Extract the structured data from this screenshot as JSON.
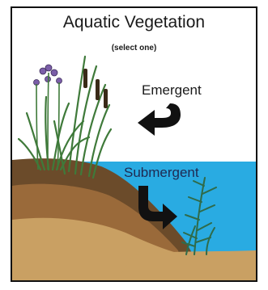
{
  "title": "Aquatic Vegetation",
  "subtitle": "(select one)",
  "options": [
    {
      "label": "Emergent"
    },
    {
      "label": "Submergent"
    }
  ],
  "colors": {
    "water": "#29abe2",
    "sky": "#ffffff",
    "soil_dark": "#6b4b2a",
    "soil_mid": "#9a6a3a",
    "soil_light": "#c9a063",
    "plant_green": "#3f7a3a",
    "submerged_green": "#2f6b4a",
    "flower": "#7b5ea8",
    "arrow": "#111111"
  },
  "icons": [
    "emergent-arrow-icon",
    "submergent-arrow-icon",
    "emergent-plant-icon",
    "submergent-plant-icon"
  ]
}
